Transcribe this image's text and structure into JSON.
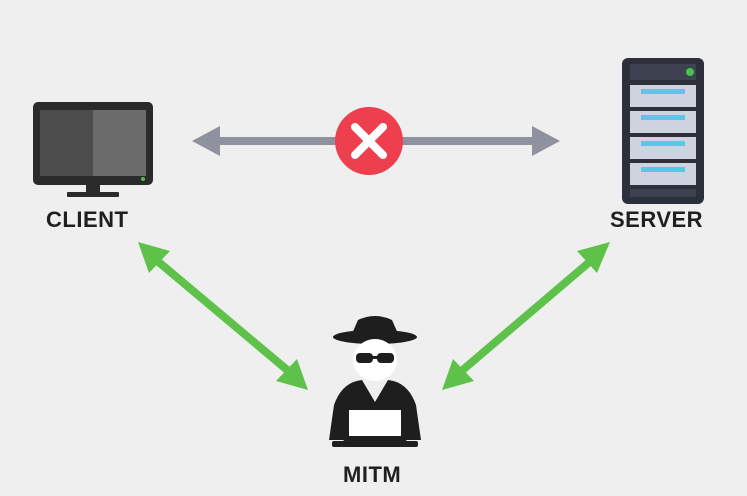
{
  "nodes": {
    "client": {
      "label": "CLIENT",
      "icon": "monitor-icon"
    },
    "server": {
      "label": "SERVER",
      "icon": "server-rack-icon"
    },
    "mitm": {
      "label": "MITM",
      "icon": "spy-hacker-icon"
    }
  },
  "connections": [
    {
      "from": "client",
      "to": "server",
      "status": "blocked",
      "icon": "x-mark-icon"
    },
    {
      "from": "client",
      "to": "mitm",
      "status": "active"
    },
    {
      "from": "server",
      "to": "mitm",
      "status": "active"
    }
  ],
  "colors": {
    "background": "#efefef",
    "blocked_arrow": "#8e929e",
    "active_arrow": "#5ec24a",
    "blocked_badge": "#ee3f4e",
    "server_slot": "#57c8e8",
    "dark": "#2a2a2a"
  }
}
